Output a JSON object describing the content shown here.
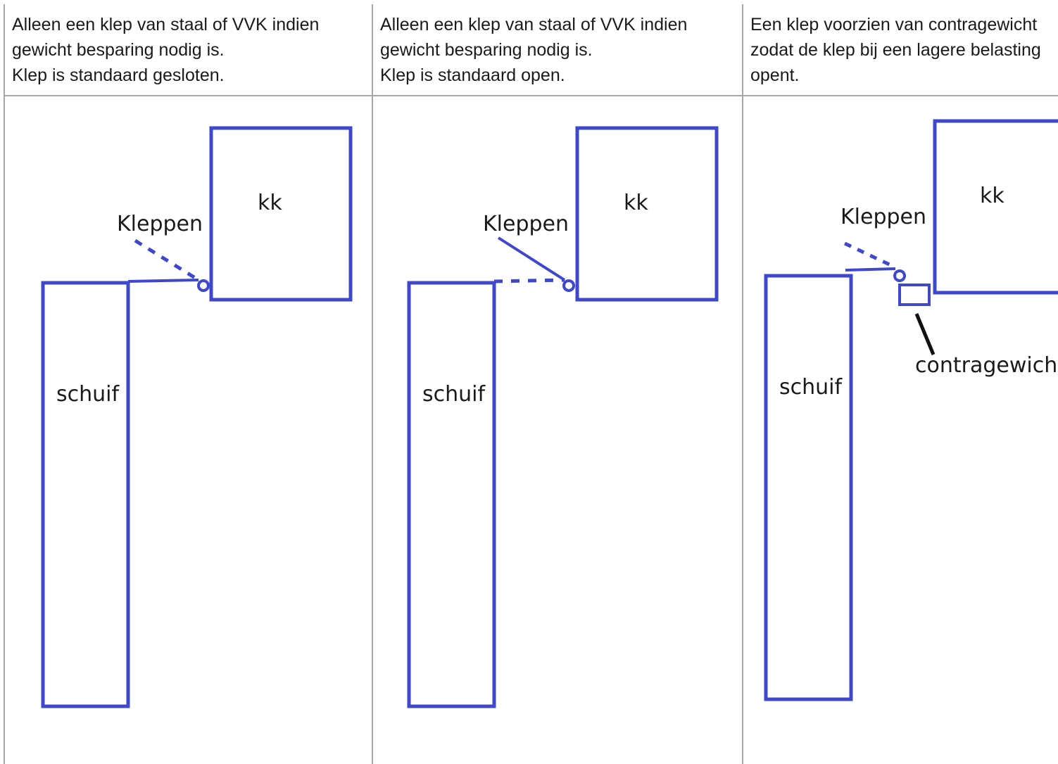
{
  "columns": [
    {
      "caption": [
        "Alleen een klep van staal of VVK indien",
        "gewicht besparing nodig is.",
        "Klep is standaard gesloten."
      ],
      "labels": {
        "kk": "kk",
        "kleppen": "Kleppen",
        "schuif": "schuif"
      }
    },
    {
      "caption": [
        "Alleen een klep van staal of VVK indien",
        "gewicht besparing nodig is.",
        "Klep is standaard open."
      ],
      "labels": {
        "kk": "kk",
        "kleppen": "Kleppen",
        "schuif": "schuif"
      }
    },
    {
      "caption": [
        "Een klep voorzien van contragewicht",
        "zodat de klep bij een lagere belasting",
        "opent."
      ],
      "labels": {
        "kk": "kk",
        "kleppen": "Kleppen",
        "schuif": "schuif",
        "contragewicht": "contragewicht"
      }
    }
  ],
  "colors": {
    "shape_stroke": "#3f48cc",
    "grid_line": "#a6a6a6",
    "pointer_line": "#111111"
  }
}
